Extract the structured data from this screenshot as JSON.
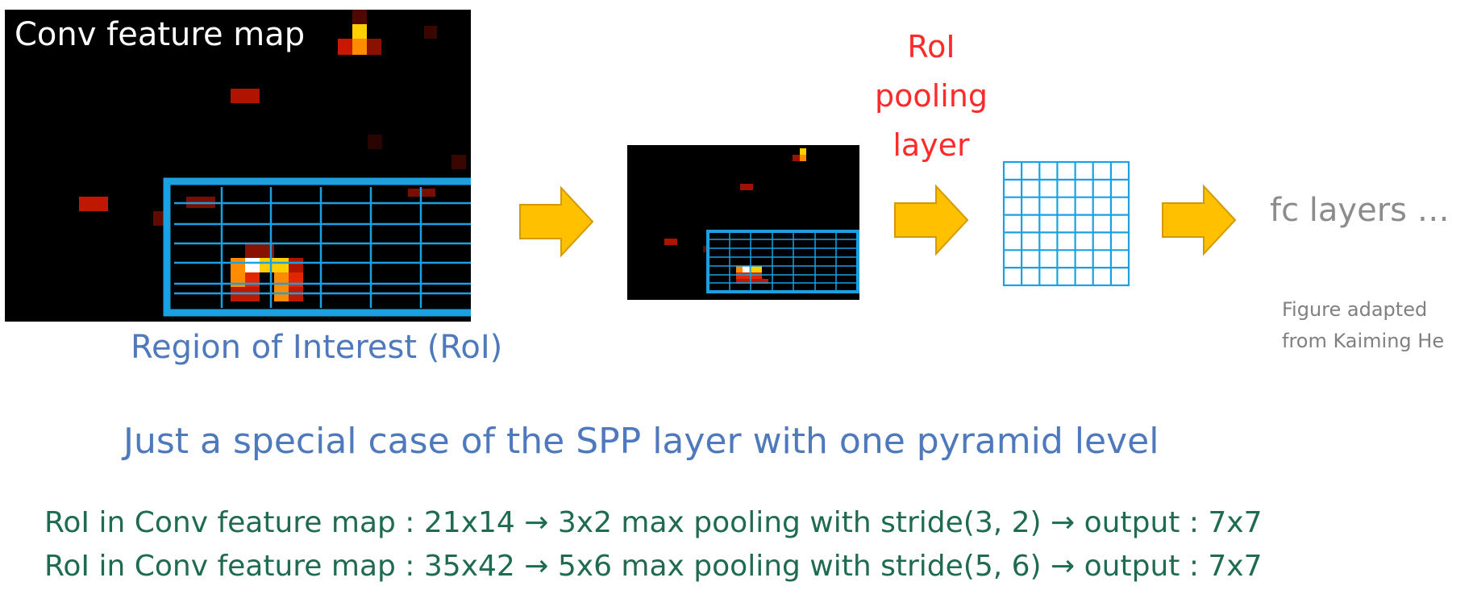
{
  "feature_map": {
    "title": "Conv feature map",
    "roi_label": "Region of Interest (RoI)"
  },
  "roi_pooling": {
    "line1": "RoI",
    "line2": "pooling",
    "line3": "layer"
  },
  "fc_label": "fc layers …",
  "credit": {
    "line1": "Figure adapted",
    "line2": "from Kaiming He"
  },
  "subtitle": "Just a special case of the SPP layer with one pyramid level",
  "examples": [
    "RoI in Conv feature map : 21x14 → 3x2 max pooling with stride(3, 2) → output : 7x7",
    "RoI in Conv feature map : 35x42 → 5x6 max pooling with stride(5, 6) → output : 7x7"
  ],
  "colors": {
    "roi_box": "#1ba1e2",
    "arrow": "#ffc000",
    "arrow_stroke": "#d39a00",
    "label_blue": "#4f79bd",
    "label_red": "#ff2b2b",
    "text_green": "#1f6b4f"
  },
  "icons": {
    "arrow": "right-arrow-icon"
  }
}
